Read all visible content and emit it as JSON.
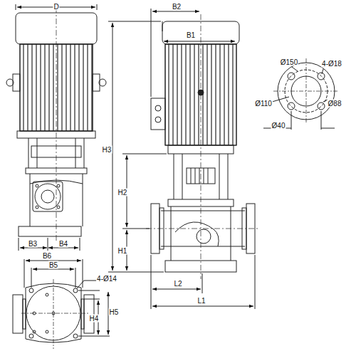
{
  "diagram": {
    "labels": [
      "D",
      "B2",
      "B1",
      "H3",
      "Ø150",
      "4-Ø18",
      "Ø110",
      "Ø88",
      "Ø40",
      "H2",
      "H1",
      "B3",
      "B4",
      "L2",
      "L1",
      "B6",
      "B5",
      "4-Ø14",
      "H4",
      "H5"
    ]
  }
}
